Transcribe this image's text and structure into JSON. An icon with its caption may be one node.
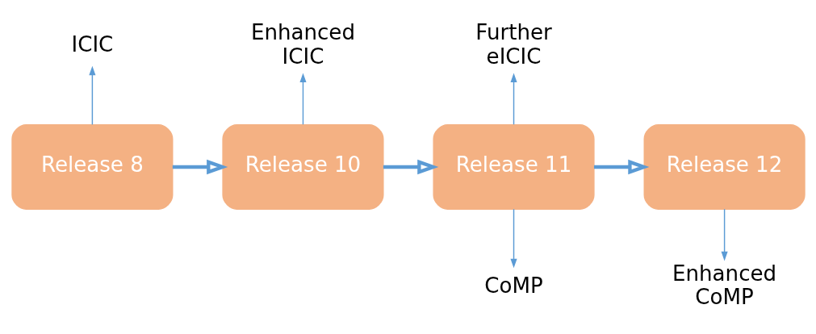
{
  "diagram": {
    "nodes": [
      {
        "text": [
          "Release 8"
        ]
      },
      {
        "text": [
          "Release 10"
        ]
      },
      {
        "text": [
          "Release 11"
        ]
      },
      {
        "text": [
          "Release 12"
        ]
      },
      {
        "text": [
          "ICIC"
        ]
      },
      {
        "text": [
          "Enhanced ICIC"
        ]
      },
      {
        "text": [
          "Further eICIC"
        ]
      },
      {
        "text": [
          "CoMP"
        ]
      },
      {
        "text": [
          "Enhanced CoMP"
        ]
      }
    ],
    "edges": [
      {
        "from": 0,
        "to": 1,
        "arrow": "to",
        "style": "thick"
      },
      {
        "from": 1,
        "to": 2,
        "arrow": "to",
        "style": "thick"
      },
      {
        "from": 2,
        "to": 3,
        "arrow": "to",
        "style": "thick"
      },
      {
        "from": 0,
        "to": 4,
        "arrow": "to"
      },
      {
        "from": 1,
        "to": 5,
        "arrow": "to"
      },
      {
        "from": 2,
        "to": 6,
        "arrow": "to"
      },
      {
        "from": 2,
        "to": 7,
        "arrow": "to"
      },
      {
        "from": 3,
        "to": 8,
        "arrow": "to"
      }
    ]
  }
}
